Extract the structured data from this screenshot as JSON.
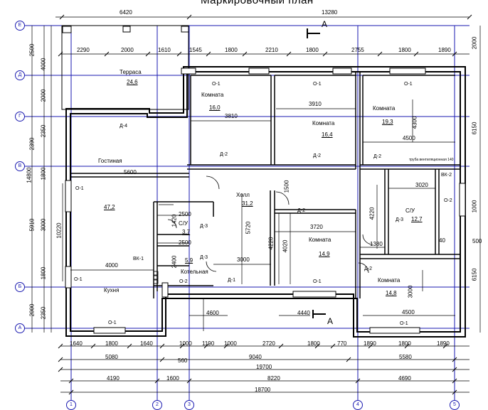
{
  "title": "Маркировочный план",
  "section_mark": "А",
  "axes": {
    "letters": [
      "Е",
      "Д",
      "Г",
      "В",
      "Б",
      "А"
    ],
    "numbers": [
      "1",
      "2",
      "3",
      "4",
      "5"
    ]
  },
  "dims_top": {
    "overall_left": "6420",
    "overall_right": "13280",
    "chain": [
      "2290",
      "2000",
      "1610",
      "1545",
      "1800",
      "2210",
      "1800",
      "2755",
      "1800",
      "1890"
    ],
    "right_top": "2000"
  },
  "dims_left": {
    "outer": [
      "2500",
      "4000",
      "2000",
      "2350",
      "2390",
      "1800",
      "14800",
      "5910",
      "3000",
      "1800",
      "2000",
      "2350"
    ],
    "inner": [
      "10220"
    ]
  },
  "dims_right": [
    "6150",
    "1000",
    "500",
    "6150"
  ],
  "dims_bottom": {
    "row1": [
      "1640",
      "1800",
      "1640",
      "1000",
      "1190",
      "1000",
      "2720",
      "1800",
      "770",
      "1890",
      "1800",
      "1890"
    ],
    "row2": [
      "5080",
      "9040",
      "5580"
    ],
    "row2b": [
      "560"
    ],
    "row3": [
      "19700"
    ],
    "row4": [
      "4190",
      "1600",
      "8220",
      "4690"
    ],
    "row5": [
      "18700"
    ]
  },
  "rooms": [
    {
      "name": "Терраса",
      "area": "24,6"
    },
    {
      "name": "Комната",
      "area": "16,0"
    },
    {
      "name": "Комната",
      "area": "16,4"
    },
    {
      "name": "Комната",
      "area": "19,3"
    },
    {
      "name": "Гостиная",
      "area": "47,2"
    },
    {
      "name": "Холл",
      "area": "31,2"
    },
    {
      "name": "С/У",
      "area": "3,7"
    },
    {
      "name": "С/У",
      "area": "12,7"
    },
    {
      "name": "Котельная",
      "area": "5,9"
    },
    {
      "name": "Комната",
      "area": "14,9"
    },
    {
      "name": "Комната",
      "area": "14,8"
    },
    {
      "name": "Кухня",
      "area": ""
    }
  ],
  "marks": {
    "o1": "О-1",
    "o2": "О-2",
    "d1": "Д-1",
    "d2": "Д-2",
    "d3": "Д-3",
    "d4": "Д-4",
    "vk1": "ВК-1",
    "vk2": "ВК-2",
    "vent": "труба вентиляционная 140"
  },
  "inner_dims": [
    "3810",
    "3910",
    "4500",
    "5600",
    "3020",
    "2500",
    "1420",
    "2500",
    "2400",
    "4000",
    "3000",
    "3720",
    "4220",
    "4020",
    "5720",
    "1500",
    "4220",
    "1380",
    "40",
    "3000",
    "4600",
    "4440",
    "4500",
    "4300"
  ]
}
